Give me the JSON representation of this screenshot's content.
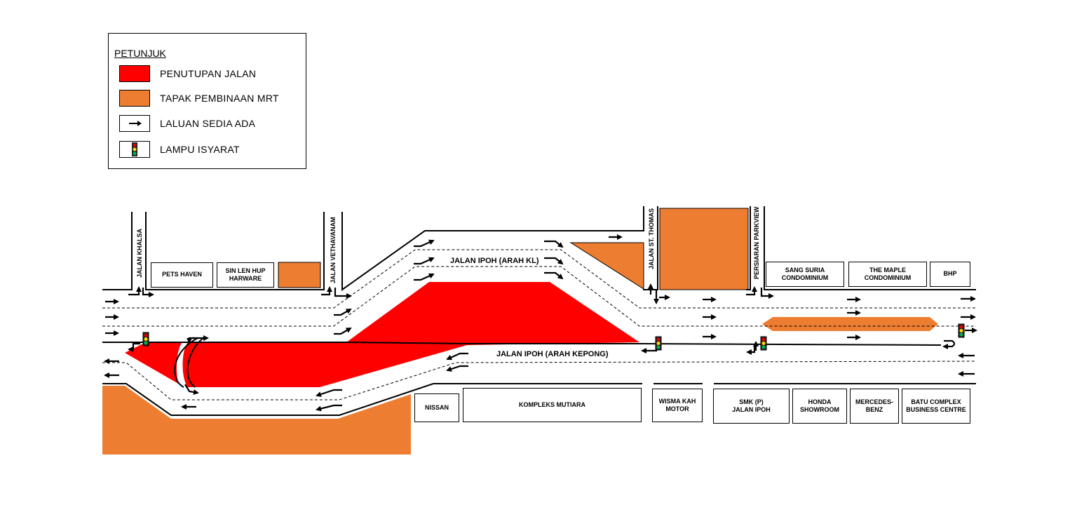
{
  "legend": {
    "title": "PETUNJUK",
    "items": [
      {
        "label": "PENUTUPAN JALAN",
        "color": "#ff0000",
        "kind": "swatch"
      },
      {
        "label": "TAPAK PEMBINAAN  MRT",
        "color": "#ed7d31",
        "kind": "swatch"
      },
      {
        "label": "LALUAN  SEDIA ADA",
        "color": "#ffffff",
        "kind": "arrow"
      },
      {
        "label": "LAMPU  ISYARAT",
        "color": "#ffffff",
        "kind": "traffic-light"
      }
    ]
  },
  "colors": {
    "closure": "#ff0000",
    "mrt_site": "#ed7d31",
    "light_red": "#e00000",
    "light_yellow": "#ffd700",
    "light_green": "#00b050"
  },
  "roads": {
    "jalan_khalsa": "JALAN KHALSA",
    "jalan_vethavanam": "JALAN VETHAVANAM",
    "jalan_st_thomas": "JALAN ST. THOMAS",
    "persiaran_parkview": "PERSIARAN PARKVIEW",
    "jalan_ipoh_kl": "JALAN IPOH (ARAH KL)",
    "jalan_ipoh_kepong": "JALAN IPOH (ARAH KEPONG)"
  },
  "buildings_north": {
    "pets_haven": "PETS HAVEN",
    "sin_len_hup": "SIN LEN HUP\nHARWARE",
    "sang_suria": "SANG SURIA\nCONDOMINIUM",
    "the_maple": "THE MAPLE\nCONDOMINIUM",
    "bhp": "BHP"
  },
  "buildings_south": {
    "nissan": "NISSAN",
    "kompleks_mutiara": "KOMPLEKS MUTIARA",
    "wisma_kah_motor": "WISMA KAH\nMOTOR",
    "smk_jalan_ipoh": "SMK (P)\nJALAN IPOH",
    "honda": "HONDA\nSHOWROOM",
    "mercedes": "MERCEDES-\nBENZ",
    "batu_complex": "BATU COMPLEX\nBUSINESS CENTRE"
  }
}
